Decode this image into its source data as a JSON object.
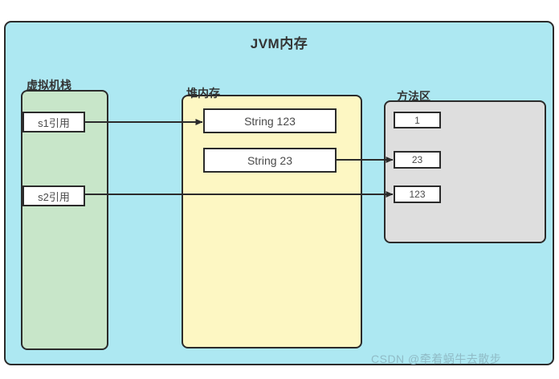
{
  "diagram": {
    "title": "JVM内存",
    "regions": {
      "stack": {
        "label": "虚拟机栈",
        "color": "#c8e6c9",
        "cells": [
          {
            "label": "s1引用"
          },
          {
            "label": "s2引用"
          }
        ]
      },
      "heap": {
        "label": "堆内存",
        "color": "#fdf7c3",
        "cells": [
          {
            "label": "String 123"
          },
          {
            "label": "String 23"
          }
        ]
      },
      "method_area": {
        "label": "方法区",
        "color": "#dedede",
        "cells": [
          {
            "label": "1"
          },
          {
            "label": "23"
          },
          {
            "label": "123"
          }
        ]
      }
    },
    "container_color": "#ade8f2",
    "arrows": [
      {
        "from": "s1引用",
        "to": "String 123"
      },
      {
        "from": "String 23",
        "to": "23"
      },
      {
        "from": "s2引用",
        "to": "123"
      }
    ]
  },
  "watermark": {
    "text": "CSDN @牵着蜗牛去散步"
  }
}
